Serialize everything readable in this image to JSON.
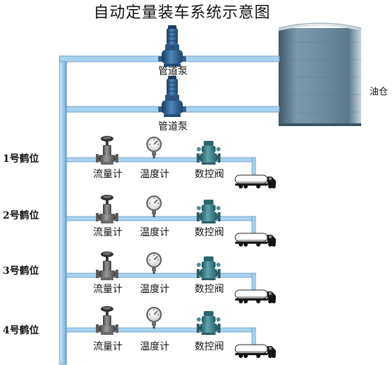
{
  "title": "自动定量装车系统示意图",
  "tank": {
    "label": "油仓"
  },
  "pumps": [
    {
      "label": "管道泵"
    },
    {
      "label": "管道泵"
    }
  ],
  "stations": [
    {
      "label": "1号鹤位",
      "meter": "流量计",
      "thermo": "温度计",
      "valve": "数控阀"
    },
    {
      "label": "2号鹤位",
      "meter": "流量计",
      "thermo": "温度计",
      "valve": "数控阀"
    },
    {
      "label": "3号鹤位",
      "meter": "流量计",
      "thermo": "温度计",
      "valve": "数控阀"
    },
    {
      "label": "4号鹤位",
      "meter": "流量计",
      "thermo": "温度计",
      "valve": "数控阀"
    }
  ],
  "colors": {
    "pipe": "#a9d2ee",
    "pipe_edge": "#5b8fbb",
    "pump_body": "#2c5c8c",
    "valve_teal": "#3c7f88",
    "tank": "#5d7e8f",
    "truck": "#161616"
  },
  "icons": [
    "pipeline-pump-icon",
    "flow-meter-icon",
    "thermometer-icon",
    "control-valve-icon",
    "tanker-truck-icon",
    "storage-tank-icon"
  ]
}
